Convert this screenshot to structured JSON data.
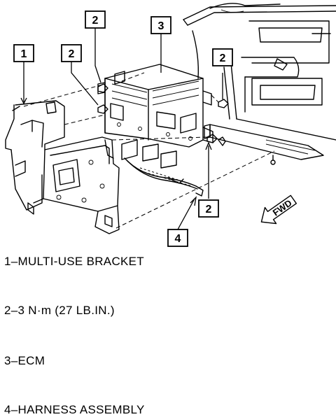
{
  "callouts": {
    "c1": "1",
    "c2a": "2",
    "c2b": "2",
    "c2c": "2",
    "c2d": "2",
    "c3": "3",
    "c4": "4"
  },
  "fwd_label": "FWD",
  "legend": [
    {
      "text": "1–MULTI-USE BRACKET"
    },
    {
      "text": "2–3 N·m (27 LB.IN.)"
    },
    {
      "text": "3–ECM"
    },
    {
      "text": "4–HARNESS ASSEMBLY"
    }
  ]
}
